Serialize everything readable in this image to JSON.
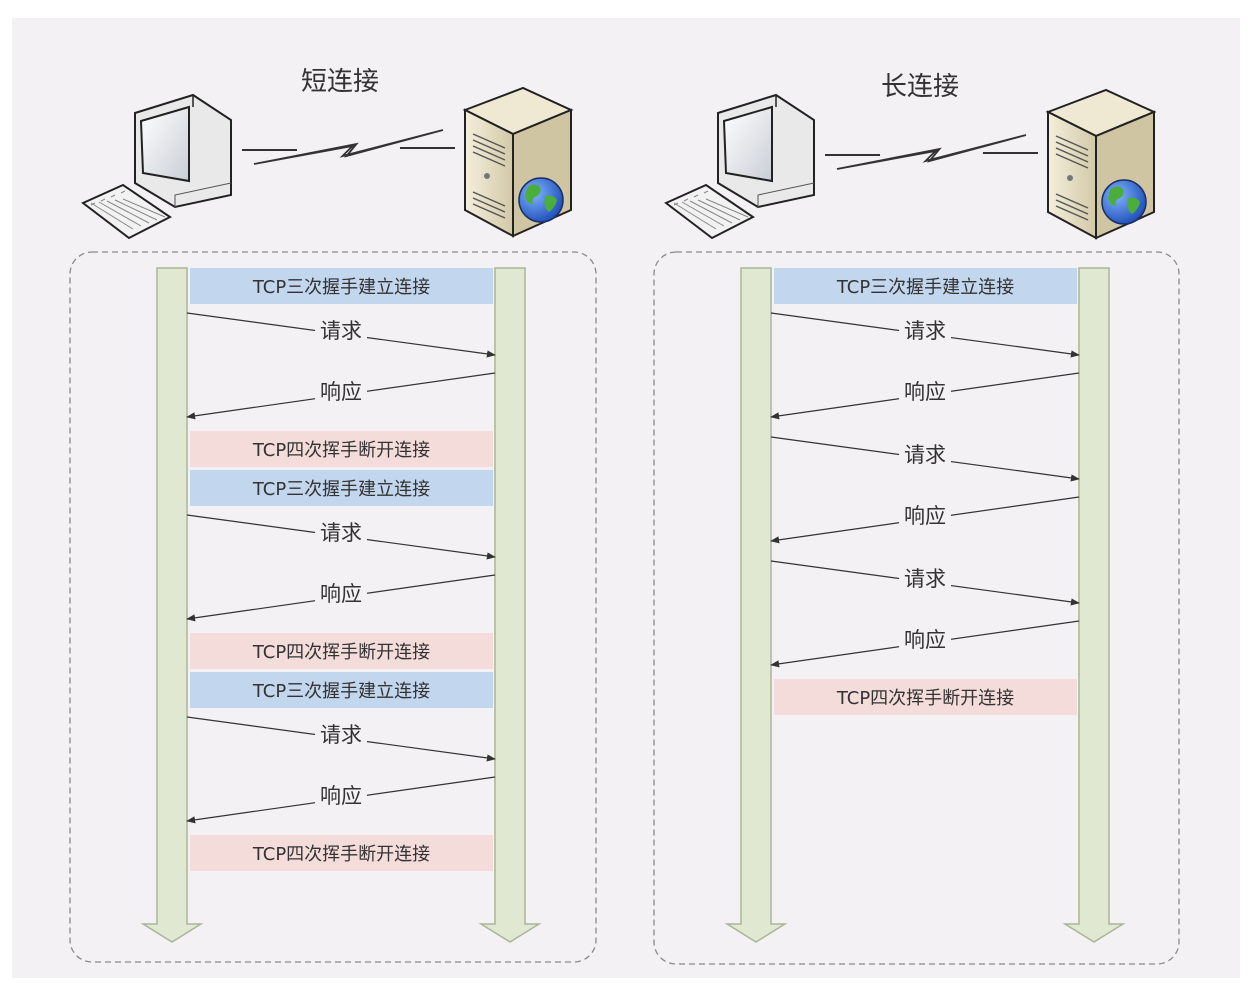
{
  "colors": {
    "page_bg": "#f3f1f4",
    "lifeline_fill": "#e1e8d2",
    "lifeline_stroke": "#a9b597",
    "establish_band": "#c2d6ee",
    "close_band": "#f3dcd9",
    "arrow": "#333333",
    "text": "#333333",
    "dashed_border": "#8a8a8a"
  },
  "panels": [
    {
      "title": "短连接",
      "computer_icon": "desktop-computer-icon",
      "server_icon": "web-server-icon",
      "link_icon": "lightning-link-icon",
      "steps": [
        {
          "type": "band",
          "kind": "establish",
          "label": "TCP三次握手建立连接"
        },
        {
          "type": "arrow",
          "dir": "request",
          "label": "请求"
        },
        {
          "type": "arrow",
          "dir": "response",
          "label": "响应"
        },
        {
          "type": "band",
          "kind": "close",
          "label": "TCP四次挥手断开连接"
        },
        {
          "type": "band",
          "kind": "establish",
          "label": "TCP三次握手建立连接"
        },
        {
          "type": "arrow",
          "dir": "request",
          "label": "请求"
        },
        {
          "type": "arrow",
          "dir": "response",
          "label": "响应"
        },
        {
          "type": "band",
          "kind": "close",
          "label": "TCP四次挥手断开连接"
        },
        {
          "type": "band",
          "kind": "establish",
          "label": "TCP三次握手建立连接"
        },
        {
          "type": "arrow",
          "dir": "request",
          "label": "请求"
        },
        {
          "type": "arrow",
          "dir": "response",
          "label": "响应"
        },
        {
          "type": "band",
          "kind": "close",
          "label": "TCP四次挥手断开连接"
        }
      ]
    },
    {
      "title": "长连接",
      "computer_icon": "desktop-computer-icon",
      "server_icon": "web-server-icon",
      "link_icon": "lightning-link-icon",
      "steps": [
        {
          "type": "band",
          "kind": "establish",
          "label": "TCP三次握手建立连接"
        },
        {
          "type": "arrow",
          "dir": "request",
          "label": "请求"
        },
        {
          "type": "arrow",
          "dir": "response",
          "label": "响应"
        },
        {
          "type": "arrow",
          "dir": "request",
          "label": "请求"
        },
        {
          "type": "arrow",
          "dir": "response",
          "label": "响应"
        },
        {
          "type": "arrow",
          "dir": "request",
          "label": "请求"
        },
        {
          "type": "arrow",
          "dir": "response",
          "label": "响应"
        },
        {
          "type": "band",
          "kind": "close",
          "label": "TCP四次挥手断开连接"
        }
      ]
    }
  ]
}
